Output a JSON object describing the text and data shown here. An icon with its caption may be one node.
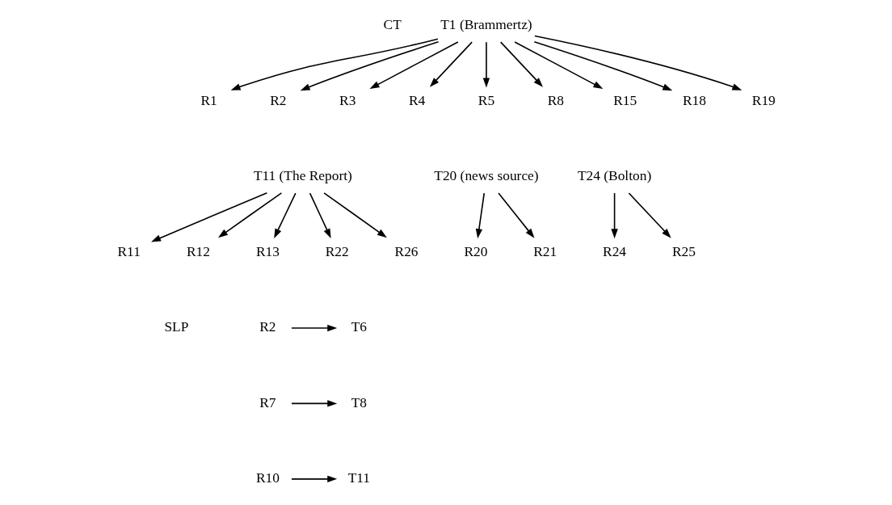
{
  "diagram": {
    "nodes": [
      {
        "text": [
          "T1 (Brammertz)"
        ]
      },
      {
        "text": [
          "R1"
        ]
      },
      {
        "text": [
          "R2"
        ]
      },
      {
        "text": [
          "R3"
        ]
      },
      {
        "text": [
          "R4"
        ]
      },
      {
        "text": [
          "R5"
        ]
      },
      {
        "text": [
          "R8"
        ]
      },
      {
        "text": [
          "R15"
        ]
      },
      {
        "text": [
          "R18"
        ]
      },
      {
        "text": [
          "R19"
        ]
      },
      {
        "text": [
          "T11 (The Report)"
        ]
      },
      {
        "text": [
          "T20 (news source)"
        ]
      },
      {
        "text": [
          "T24 (Bolton)"
        ]
      },
      {
        "text": [
          "R11"
        ]
      },
      {
        "text": [
          "R12"
        ]
      },
      {
        "text": [
          "R13"
        ]
      },
      {
        "text": [
          "R22"
        ]
      },
      {
        "text": [
          "R26"
        ]
      },
      {
        "text": [
          "R20"
        ]
      },
      {
        "text": [
          "R21"
        ]
      },
      {
        "text": [
          "R24"
        ]
      },
      {
        "text": [
          "R25"
        ]
      },
      {
        "text": [
          "R2"
        ]
      },
      {
        "text": [
          "T6"
        ]
      },
      {
        "text": [
          "R7"
        ]
      },
      {
        "text": [
          "T8"
        ]
      },
      {
        "text": [
          "R10"
        ]
      },
      {
        "text": [
          "T11"
        ]
      }
    ],
    "edges": [
      {
        "from": 0,
        "to": 1,
        "arrow": "to"
      },
      {
        "from": 0,
        "to": 2,
        "arrow": "to"
      },
      {
        "from": 0,
        "to": 3,
        "arrow": "to"
      },
      {
        "from": 0,
        "to": 4,
        "arrow": "to"
      },
      {
        "from": 0,
        "to": 5,
        "arrow": "to"
      },
      {
        "from": 0,
        "to": 6,
        "arrow": "to"
      },
      {
        "from": 0,
        "to": 7,
        "arrow": "to"
      },
      {
        "from": 0,
        "to": 8,
        "arrow": "to"
      },
      {
        "from": 0,
        "to": 9,
        "arrow": "to"
      },
      {
        "from": 10,
        "to": 13,
        "arrow": "to"
      },
      {
        "from": 10,
        "to": 14,
        "arrow": "to"
      },
      {
        "from": 10,
        "to": 15,
        "arrow": "to"
      },
      {
        "from": 10,
        "to": 16,
        "arrow": "to"
      },
      {
        "from": 10,
        "to": 17,
        "arrow": "to"
      },
      {
        "from": 11,
        "to": 18,
        "arrow": "to"
      },
      {
        "from": 11,
        "to": 19,
        "arrow": "to"
      },
      {
        "from": 12,
        "to": 20,
        "arrow": "to"
      },
      {
        "from": 12,
        "to": 21,
        "arrow": "to"
      },
      {
        "from": 22,
        "to": 23,
        "arrow": "to"
      },
      {
        "from": 24,
        "to": 25,
        "arrow": "to"
      },
      {
        "from": 26,
        "to": 27,
        "arrow": "to"
      }
    ],
    "labels": [
      "CT",
      "SLP"
    ]
  }
}
